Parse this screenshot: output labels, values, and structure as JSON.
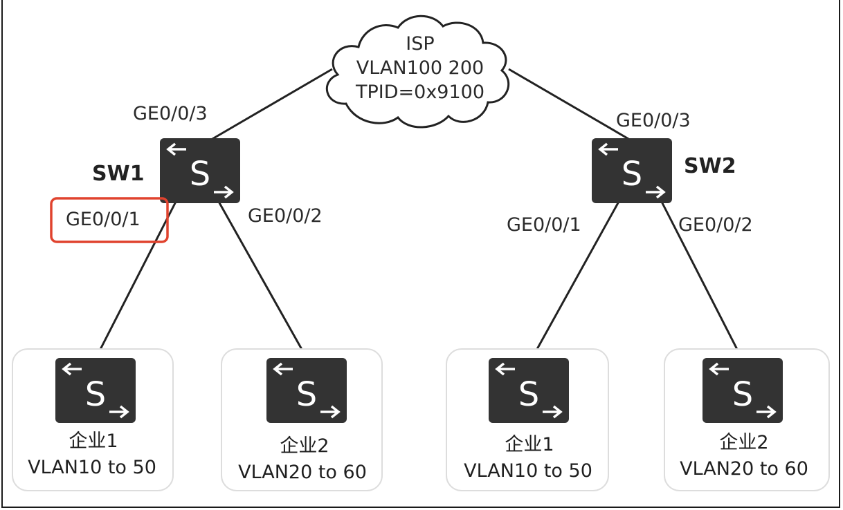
{
  "isp": {
    "line1": "ISP",
    "line2": "VLAN100 200",
    "line3": "TPID=0x9100"
  },
  "sw1": {
    "name": "SW1",
    "ge003": "GE0/0/3",
    "ge001": "GE0/0/1",
    "ge002": "GE0/0/2"
  },
  "sw2": {
    "name": "SW2",
    "ge003": "GE0/0/3",
    "ge001": "GE0/0/1",
    "ge002": "GE0/0/2"
  },
  "switch_glyph": "S",
  "enterprises": [
    {
      "name": "企业1",
      "vlans": "VLAN10 to 50"
    },
    {
      "name": "企业2",
      "vlans": "VLAN20 to 60"
    },
    {
      "name": "企业1",
      "vlans": "VLAN10 to 50"
    },
    {
      "name": "企业2",
      "vlans": "VLAN20 to 60"
    }
  ],
  "colors": {
    "switch": "#333333",
    "line": "#222222",
    "highlight": "#e0432e",
    "box": "#dddddd"
  }
}
